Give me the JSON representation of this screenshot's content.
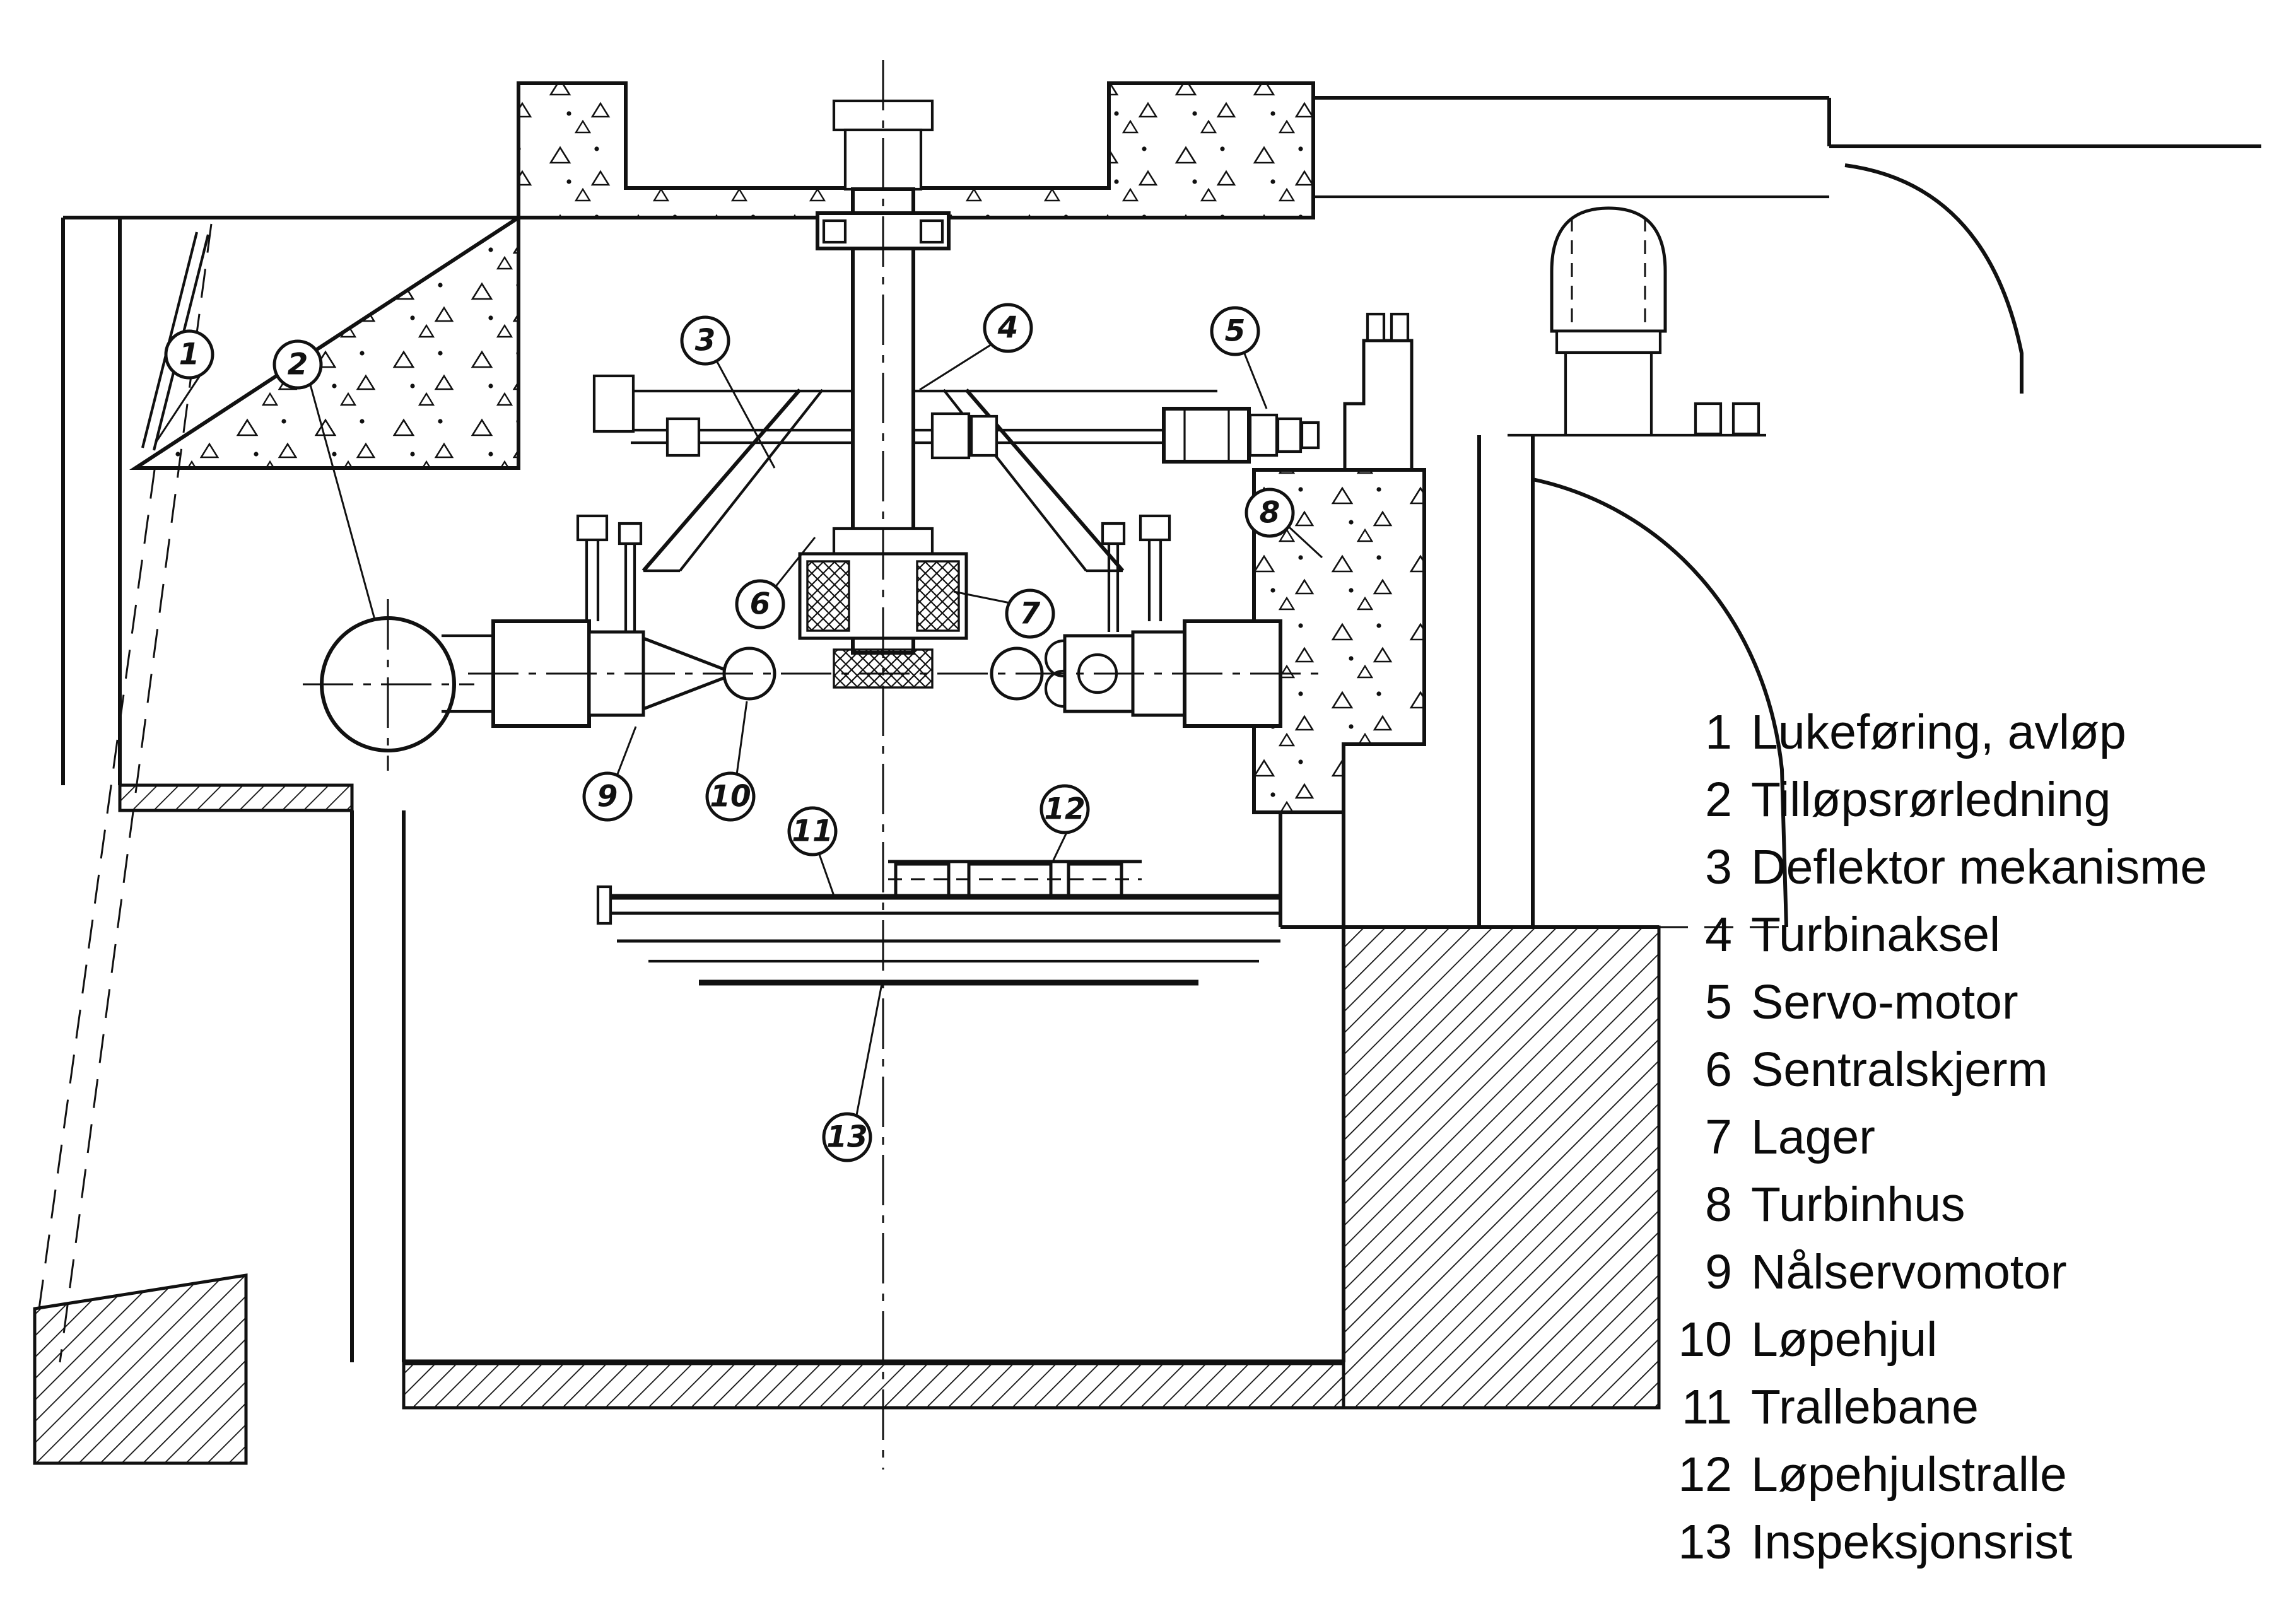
{
  "figure": {
    "kind": "turbine-cross-section-technical-drawing",
    "language": "Norwegian"
  },
  "colors": {
    "ink": "#111111",
    "paper": "#ffffff"
  },
  "legend": {
    "items": [
      {
        "num": "1",
        "label": "Lukeføring, avløp"
      },
      {
        "num": "2",
        "label": "Tilløpsrørledning"
      },
      {
        "num": "3",
        "label": "Deflektor mekanisme"
      },
      {
        "num": "4",
        "label": "Turbinaksel"
      },
      {
        "num": "5",
        "label": "Servo-motor"
      },
      {
        "num": "6",
        "label": "Sentralskjerm"
      },
      {
        "num": "7",
        "label": "Lager"
      },
      {
        "num": "8",
        "label": "Turbinhus"
      },
      {
        "num": "9",
        "label": "Nålservomotor"
      },
      {
        "num": "10",
        "label": "Løpehjul"
      },
      {
        "num": "11",
        "label": "Trallebane"
      },
      {
        "num": "12",
        "label": "Løpehjulstralle"
      },
      {
        "num": "13",
        "label": "Inspeksjonsrist"
      }
    ]
  },
  "callouts": [
    {
      "num": "1"
    },
    {
      "num": "2"
    },
    {
      "num": "3"
    },
    {
      "num": "4"
    },
    {
      "num": "5"
    },
    {
      "num": "6"
    },
    {
      "num": "7"
    },
    {
      "num": "8"
    },
    {
      "num": "9"
    },
    {
      "num": "10"
    },
    {
      "num": "11"
    },
    {
      "num": "12"
    },
    {
      "num": "13"
    }
  ]
}
